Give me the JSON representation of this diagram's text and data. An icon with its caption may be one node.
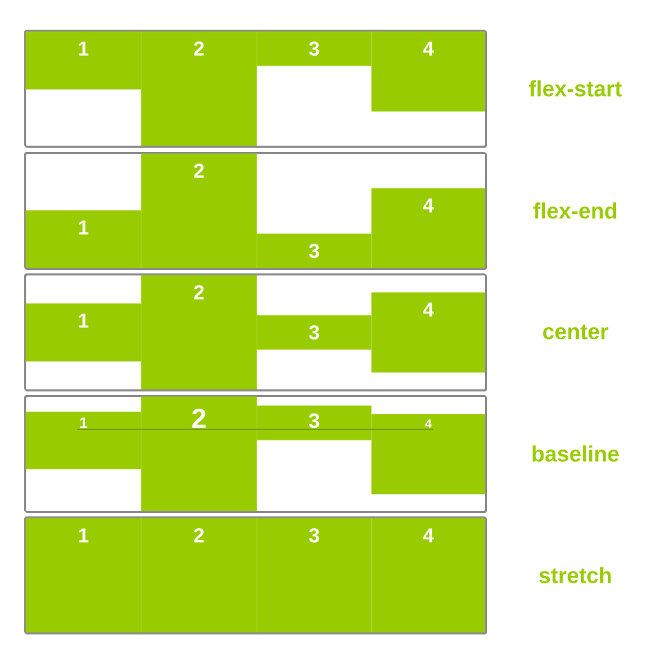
{
  "diagram": {
    "nodes": [
      {
        "text": [],
        "shape": "box",
        "beside": [
          "flex-start"
        ]
      },
      {
        "text": [
          "1"
        ],
        "in": 0
      },
      {
        "text": [
          "2"
        ],
        "in": 0
      },
      {
        "text": [
          "3"
        ],
        "in": 0
      },
      {
        "text": [
          "4"
        ],
        "in": 0
      },
      {
        "text": [],
        "shape": "box",
        "beside": [
          "flex-end"
        ]
      },
      {
        "text": [
          "1"
        ],
        "in": 5
      },
      {
        "text": [
          "2"
        ],
        "in": 5
      },
      {
        "text": [
          "3"
        ],
        "in": 5
      },
      {
        "text": [
          "4"
        ],
        "in": 5
      },
      {
        "text": [],
        "shape": "box",
        "beside": [
          "center"
        ]
      },
      {
        "text": [
          "1"
        ],
        "in": 10
      },
      {
        "text": [
          "2"
        ],
        "in": 10
      },
      {
        "text": [
          "3"
        ],
        "in": 10
      },
      {
        "text": [
          "4"
        ],
        "in": 10
      },
      {
        "text": [],
        "shape": "box",
        "beside": [
          "baseline"
        ]
      },
      {
        "text": [
          "1"
        ],
        "in": 15
      },
      {
        "text": [
          "2"
        ],
        "in": 15
      },
      {
        "text": [
          "3"
        ],
        "in": 15
      },
      {
        "text": [
          "4"
        ],
        "in": 15
      },
      {
        "text": [],
        "shape": "box",
        "beside": [
          "stretch"
        ]
      },
      {
        "text": [
          "1"
        ],
        "in": 20
      },
      {
        "text": [
          "2"
        ],
        "in": 20
      },
      {
        "text": [
          "3"
        ],
        "in": 20
      },
      {
        "text": [
          "4"
        ],
        "in": 20
      }
    ]
  }
}
